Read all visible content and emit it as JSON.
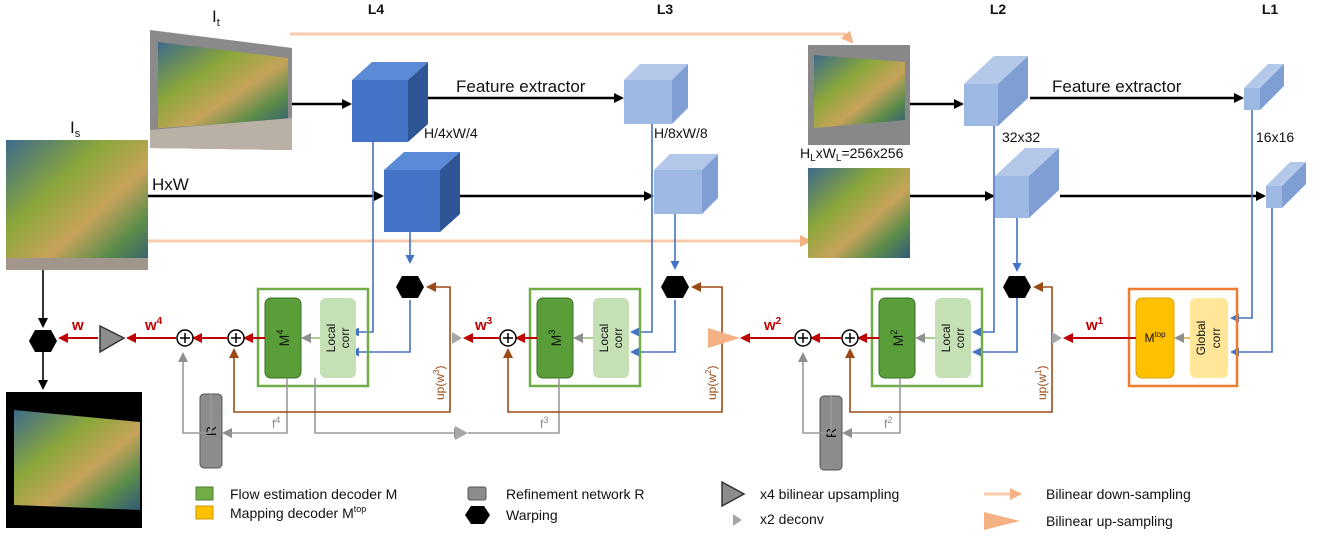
{
  "levels": [
    "L4",
    "L3",
    "L2",
    "L1"
  ],
  "images": {
    "target_label": "I",
    "target_sub": "t",
    "source_label": "I",
    "source_sub": "s"
  },
  "resolution_labels": {
    "hxw": "HxW",
    "h4": "H/4xW/4",
    "h8": "H/8xW/8",
    "hl_pre": "H",
    "hl_sub1": "L",
    "hl_mid": "xW",
    "hl_sub2": "L",
    "hl_post": "=256x256",
    "r32": "32x32",
    "r16": "16x16"
  },
  "feature_extractor": "Feature extractor",
  "decoders": {
    "m4": "M",
    "m4_sup": "4",
    "m3": "M",
    "m3_sup": "3",
    "m2": "M",
    "m2_sup": "2",
    "mtop": "M",
    "mtop_sup": "top",
    "local1": "Local",
    "local2": "corr",
    "global1": "Global",
    "global2": "corr",
    "refine": "R"
  },
  "flows": {
    "w": "w",
    "w4": "w",
    "w4_sup": "4",
    "w3": "w",
    "w3_sup": "3",
    "w2": "w",
    "w2_sup": "2",
    "w1": "w",
    "w1_sup": "1",
    "up_w3": "up(w",
    "up_w3_sup": "3",
    "up_w2": "up(w",
    "up_w2_sup": "2",
    "up_w1": "up(w",
    "up_w1_sup": "1",
    "close": ")",
    "f4": "f",
    "f4_sup": "4",
    "f3": "f",
    "f3_sup": "3",
    "f2": "f",
    "f2_sup": "2"
  },
  "legend": {
    "flow_decoder": "Flow estimation decoder M",
    "mapping_decoder": "Mapping  decoder M",
    "mapping_sup": "top",
    "refinement": "Refinement network R",
    "warping": "Warping",
    "x4": "x4 bilinear upsampling",
    "x2": "x2 deconv",
    "down": "Bilinear down-sampling",
    "up": "Bilinear up-sampling"
  },
  "colors": {
    "dark_blue": "#4472c4",
    "light_blue": "#9db8e3",
    "green_border": "#70ad47",
    "green_dark": "#5a9e3a",
    "green_light": "#c5e0b4",
    "orange_border": "#ed7d31",
    "yellow": "#ffc000",
    "yellow_light": "#ffe699",
    "red": "#c00000",
    "brown": "#9c4a15",
    "peach": "#f8cbad",
    "grey": "#7f7f7f"
  }
}
